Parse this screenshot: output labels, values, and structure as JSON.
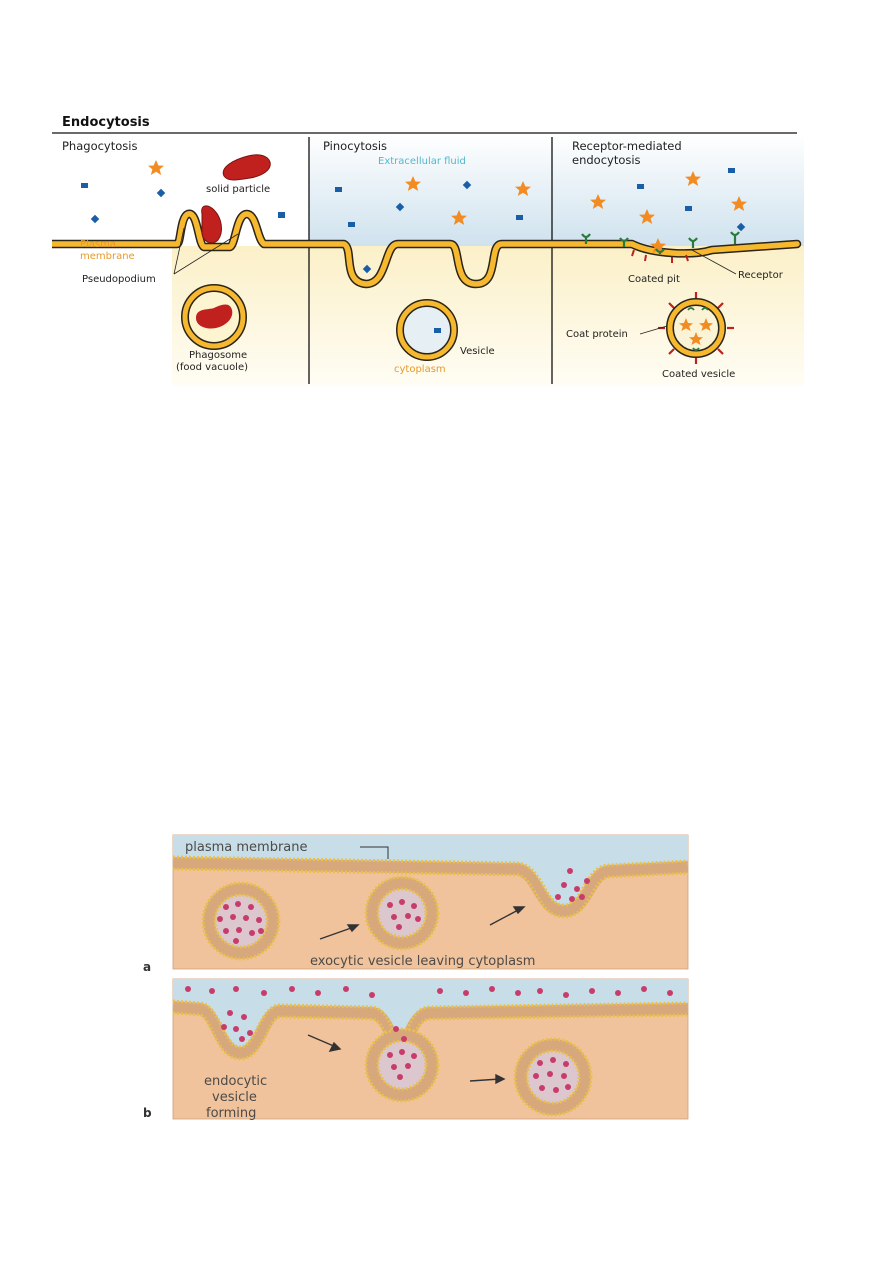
{
  "top_figure": {
    "title": "Endocytosis",
    "panels": [
      {
        "heading": "Phagocytosis"
      },
      {
        "heading": "Pinocytosis"
      },
      {
        "heading_line1": "Receptor-mediated",
        "heading_line2": "endocytosis"
      }
    ],
    "labels": {
      "solid_particle": "solid particle",
      "plasma_line1": "Plasma",
      "plasma_line2": "membrane",
      "pseudopodium": "Pseudopodium",
      "phagosome": "Phagosome",
      "food_vacuole": "(food vacuole)",
      "extracellular_fluid": "Extracellular fluid",
      "vesicle": "Vesicle",
      "cytoplasm": "cytoplasm",
      "coated_pit": "Coated pit",
      "receptor": "Receptor",
      "coat_protein": "Coat protein",
      "coated_vesicle": "Coated vesicle"
    },
    "colors": {
      "membrane": "#f5b82e",
      "membrane_edge": "#2b2418",
      "particle": "#c0211e",
      "molecule_star": "#f28b22",
      "molecule_square": "#1a5ea8",
      "receptor": "#2a7a3c",
      "extracellular": "#d3e4ef",
      "cytoplasm": "#fdf6dc"
    }
  },
  "bottom_figure": {
    "label_plasma_membrane": "plasma membrane",
    "label_exocytic": "exocytic vesicle leaving cytoplasm",
    "label_endocytic_line1": "endocytic",
    "label_endocytic_line2": "vesicle",
    "label_endocytic_line3": "forming",
    "panel_a": "a",
    "panel_b": "b",
    "colors": {
      "top": "#c7dde8",
      "cytoplasm": "#f0c39c",
      "membrane": "#d8a87d",
      "head": "#e9c04a",
      "dot": "#c83c6b"
    }
  }
}
